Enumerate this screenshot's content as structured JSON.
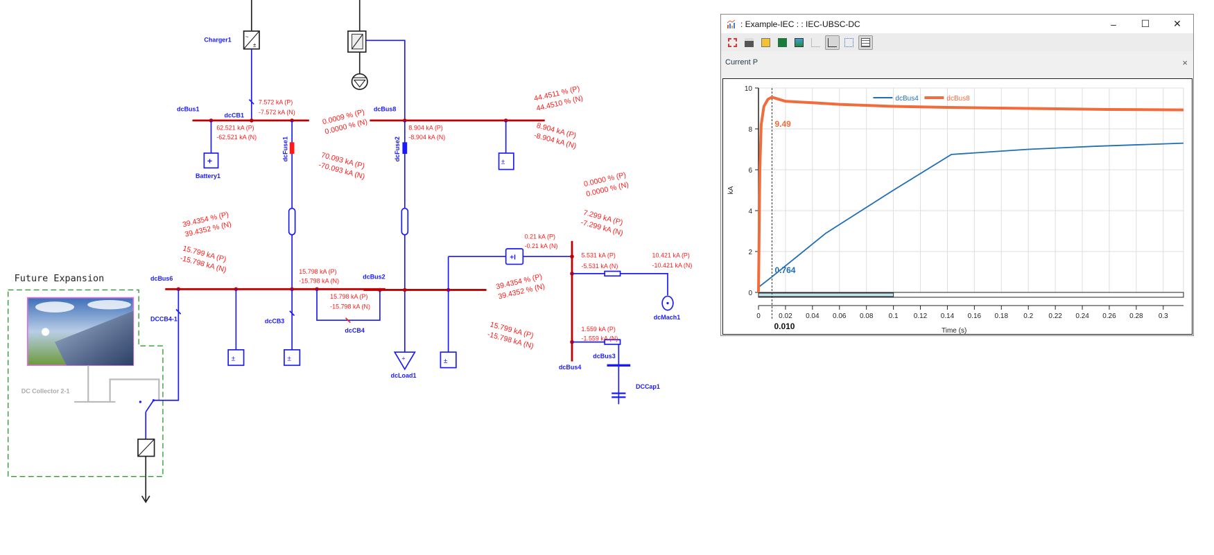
{
  "diagram": {
    "labels": {
      "charger1": "Charger1",
      "dcBus1": "dcBus1",
      "dcCB1": "dcCB1",
      "battery1": "Battery1",
      "dcFuse1": "dcFuse1",
      "dcBus8": "dcBus8",
      "dcFuse2": "dcFuse2",
      "dcBus6": "dcBus6",
      "dccb4_1": "DCCB4-1",
      "dcCB3": "dcCB3",
      "dcBus2": "dcBus2",
      "dcCB4": "dcCB4",
      "dcLoad1": "dcLoad1",
      "dcBus4": "dcBus4",
      "dcBus3": "dcBus3",
      "dcMach1": "dcMach1",
      "dcCap1": "DCCap1",
      "future_expansion": "Future Expansion",
      "dc_collector": "DC Collector 2-1"
    },
    "flows": [
      {
        "p": "7.572 kA (P)",
        "n": "-7.572 kA (N)"
      },
      {
        "p": "62.521 kA (P)",
        "n": "-62.521 kA (N)"
      },
      {
        "p": "8.904 kA (P)",
        "n": "-8.904 kA (N)"
      },
      {
        "p": "15.798 kA (P)",
        "n": "-15.798 kA (N)"
      },
      {
        "p": "15.798 kA (P)",
        "n": "-15.798 kA (N)"
      },
      {
        "p": "0.21 kA (P)",
        "n": "-0.21 kA (N)"
      },
      {
        "p": "5.531 kA (P)",
        "n": "-5.531 kA (N)"
      },
      {
        "p": "10.421 kA (P)",
        "n": "-10.421 kA (N)"
      },
      {
        "p": "1.559 kA (P)",
        "n": "-1.559 kA (N)"
      }
    ],
    "results": [
      {
        "p": "0.0009 % (P)",
        "n": "0.0000 % (N)"
      },
      {
        "p": "70.093 kA (P)",
        "n": "-70.093 kA (N)"
      },
      {
        "p": "44.4511 % (P)",
        "n": "44.4510 % (N)"
      },
      {
        "p": "8.904 kA (P)",
        "n": "-8.904 kA (N)"
      },
      {
        "p": "0.0000 % (P)",
        "n": "0.0000 % (N)"
      },
      {
        "p": "7.299 kA (P)",
        "n": "-7.299 kA (N)"
      },
      {
        "p": "39.4354 % (P)",
        "n": "39.4352 % (N)"
      },
      {
        "p": "15.799 kA (P)",
        "n": "-15.798 kA (N)"
      },
      {
        "p": "39.4354 % (P)",
        "n": "39.4352 % (N)"
      },
      {
        "p": "15.799 kA (P)",
        "n": "-15.798 kA (N)"
      }
    ],
    "colors": {
      "bus": "#c00000",
      "wire": "#1a1aff",
      "result": "#ff1a1a",
      "dashed_box": "#2e9b2e"
    }
  },
  "window": {
    "title": ": Example-IEC : : IEC-UBSC-DC",
    "minimize_icon": "minimize-icon",
    "maximize_icon": "maximize-icon",
    "close_icon": "close-icon",
    "toolbar": [
      "fit-icon",
      "print-icon",
      "export-icon",
      "excel-icon",
      "image-icon",
      "plot-icon",
      "plot-active-icon",
      "multi-plot-icon",
      "table-icon"
    ],
    "panel_title": "Current P",
    "panel_close": "×"
  },
  "chart_data": {
    "type": "line",
    "xlabel": "Time (s)",
    "ylabel": "kA",
    "xlim": [
      0,
      0.315
    ],
    "ylim": [
      0,
      10
    ],
    "xticks": [
      "0",
      "0.02",
      "0.04",
      "0.06",
      "0.08",
      "0.1",
      "0.12",
      "0.14",
      "0.16",
      "0.18",
      "0.2",
      "0.22",
      "0.24",
      "0.26",
      "0.28",
      "0.3"
    ],
    "yticks": [
      "0",
      "2",
      "4",
      "6",
      "8",
      "10"
    ],
    "grid": true,
    "legend": "top-center",
    "cursor": {
      "x": 0.01,
      "label": "0.010"
    },
    "scroll_range": [
      0,
      0.1
    ],
    "series": [
      {
        "name": "dcBus4",
        "color": "#1f6eb4",
        "x": [
          0,
          0.01,
          0.05,
          0.1,
          0.143,
          0.2,
          0.25,
          0.315
        ],
        "y": [
          0.25,
          0.764,
          2.9,
          5.0,
          6.75,
          7.0,
          7.15,
          7.3
        ],
        "marker_label": "0.764"
      },
      {
        "name": "dcBus8",
        "color": "#f26b3a",
        "x": [
          0,
          0.001,
          0.002,
          0.004,
          0.007,
          0.01,
          0.02,
          0.04,
          0.06,
          0.1,
          0.14,
          0.2,
          0.26,
          0.315
        ],
        "y": [
          0,
          6,
          8.2,
          9.1,
          9.45,
          9.55,
          9.35,
          9.28,
          9.2,
          9.1,
          9.05,
          9.0,
          8.95,
          8.93
        ],
        "marker_label": "9.49"
      }
    ]
  }
}
